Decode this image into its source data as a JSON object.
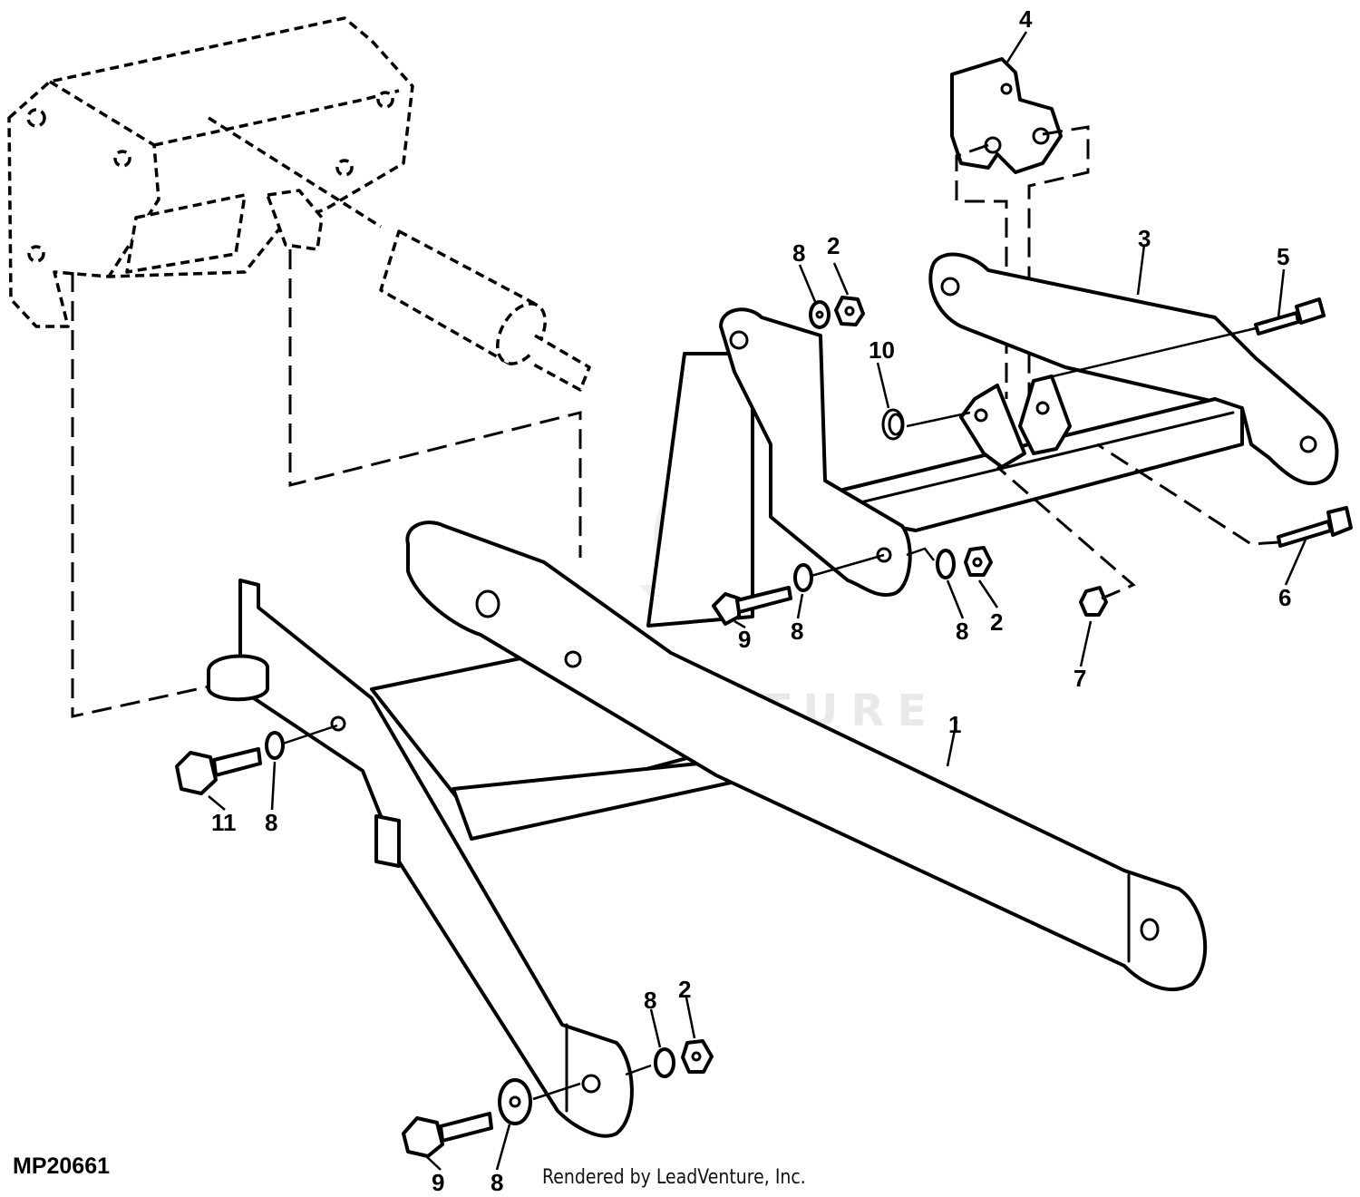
{
  "diagram": {
    "code": "MP20661",
    "credit": "Rendered by LeadVenture, Inc.",
    "watermark": "LEADVENTURE",
    "callouts": {
      "c1": "1",
      "c2a": "2",
      "c2b": "2",
      "c2c": "2",
      "c3": "3",
      "c4": "4",
      "c5": "5",
      "c6": "6",
      "c7": "7",
      "c8a": "8",
      "c8b": "8",
      "c8c": "8",
      "c8d": "8",
      "c8e": "8",
      "c8f": "8",
      "c9a": "9",
      "c9b": "9",
      "c10": "10",
      "c11": "11"
    }
  }
}
